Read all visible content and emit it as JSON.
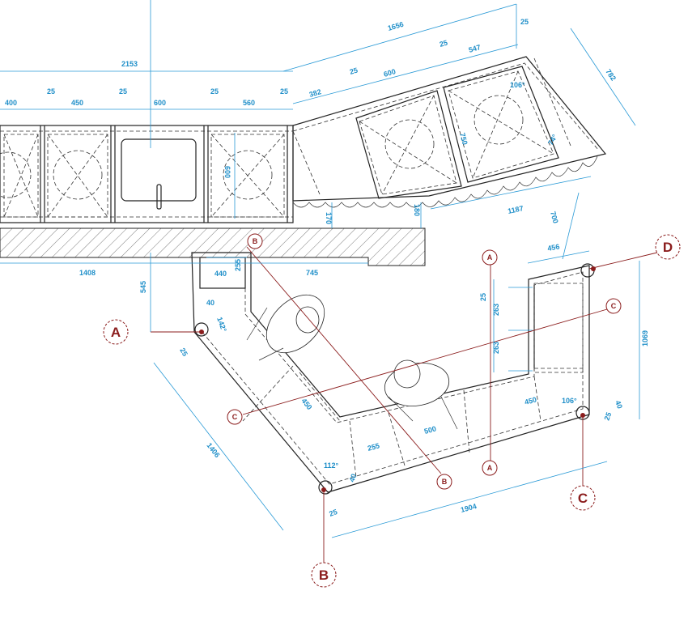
{
  "dimensions": {
    "d2153": "2153",
    "d1656": "1656",
    "d25a": "25",
    "d400": "400",
    "d25b": "25",
    "d450": "450",
    "d25c": "25",
    "d600a": "600",
    "d25d": "25",
    "d560": "560",
    "d25e": "25",
    "d382": "382",
    "d25f": "25",
    "d600b": "600",
    "d25g": "25",
    "d547": "547",
    "d782": "782",
    "d106a": "106°",
    "d74": "74°",
    "d750": "750",
    "d600c": "600",
    "d170": "170",
    "d180": "180",
    "d1187": "1187",
    "d700": "700",
    "d456": "456",
    "d1408": "1408",
    "d440": "440",
    "d255a": "255",
    "d745": "745",
    "d545": "545",
    "d40a": "40",
    "d142": "142°",
    "d25h": "25",
    "d1406": "1406",
    "d450b": "450",
    "d112": "112°",
    "d40b": "40",
    "d25i": "25",
    "d255b": "255",
    "d500": "500",
    "d450c": "450",
    "d263a": "263",
    "d263b": "263",
    "d25j": "25",
    "d1069": "1069",
    "d106b": "106°",
    "d40c": "40",
    "d25k": "25",
    "d1904": "1904"
  },
  "section_markers": {
    "A_big": "A",
    "B_big": "B",
    "C_big": "C",
    "D_big": "D",
    "A_top": "A",
    "A_bottom": "A",
    "B_top": "B",
    "B_bottom": "B",
    "C_left": "C",
    "C_right": "C"
  },
  "colors": {
    "dimension": "#1f8fc9",
    "section": "#8b1d1d",
    "linework": "#222222"
  }
}
